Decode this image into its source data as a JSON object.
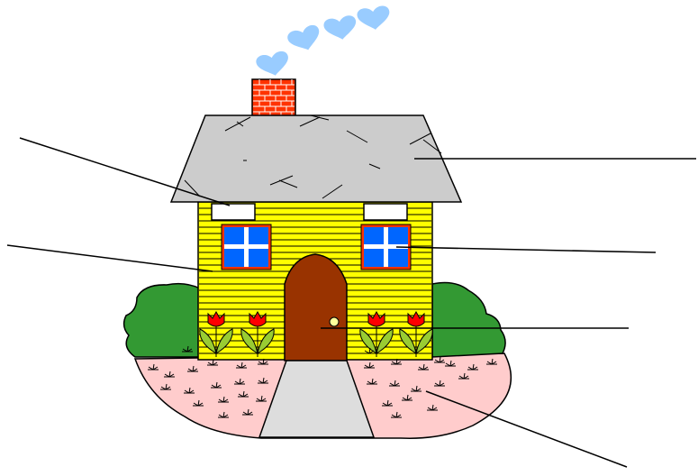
{
  "diagram": {
    "background_color": "#ffffff",
    "parts": [
      {
        "name": "smoke-hearts",
        "count": 4,
        "color": "#99ccff"
      },
      {
        "name": "chimney",
        "color": "#ff3300",
        "mortar_color": "#ffffff"
      },
      {
        "name": "roof",
        "color": "#cccccc"
      },
      {
        "name": "attic-vent",
        "count": 2,
        "color": "#ffffff"
      },
      {
        "name": "wall-siding",
        "color": "#ffff00",
        "line_color": "#000000"
      },
      {
        "name": "window",
        "count": 2,
        "glass_color": "#0066ff",
        "frame_color": "#ff3300",
        "mullion_color": "#ffffff"
      },
      {
        "name": "door",
        "color": "#993300",
        "knob_color": "#ffff99"
      },
      {
        "name": "bush",
        "count": 2,
        "color": "#339933"
      },
      {
        "name": "tulip",
        "count": 4,
        "petal_color": "#ff0000",
        "leaf_color": "#99cc33"
      },
      {
        "name": "yard",
        "color": "#ffcccc"
      },
      {
        "name": "walkway",
        "color": "#dddddd"
      }
    ],
    "label_lines": {
      "count": 6,
      "color": "#000000",
      "labels_printed": false
    }
  }
}
